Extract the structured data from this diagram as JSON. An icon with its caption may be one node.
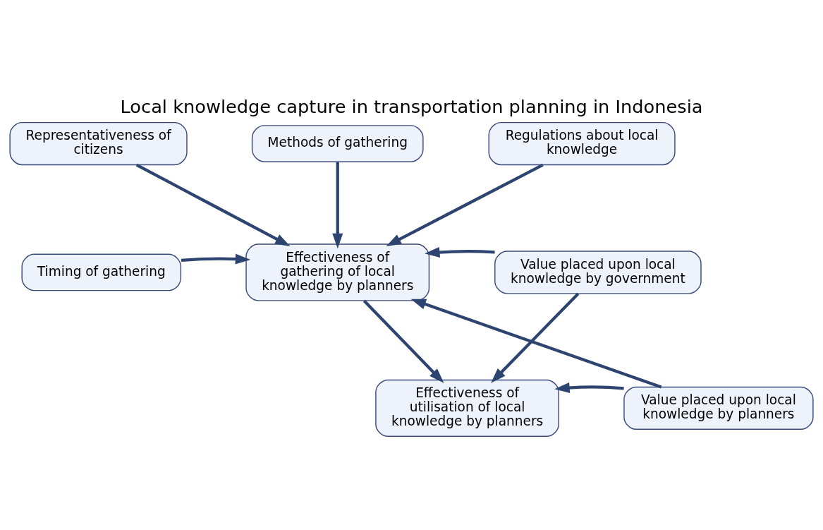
{
  "diagram": {
    "title": "Local knowledge capture in transportation planning in Indonesia",
    "nodes": [
      {
        "text": [
          "Representativeness of citizens"
        ]
      },
      {
        "text": [
          "Methods of gathering"
        ]
      },
      {
        "text": [
          "Regulations about local knowledge"
        ]
      },
      {
        "text": [
          "Timing of gathering"
        ]
      },
      {
        "text": [
          "Effectiveness of gathering of local knowledge by planners"
        ]
      },
      {
        "text": [
          "Value placed upon local knowledge by government"
        ]
      },
      {
        "text": [
          "Effectiveness of utilisation of local knowledge by planners"
        ]
      },
      {
        "text": [
          "Value placed upon local knowledge by planners"
        ]
      }
    ],
    "edges": [
      {
        "from": 0,
        "to": 4,
        "arrow": "to"
      },
      {
        "from": 1,
        "to": 4,
        "arrow": "to"
      },
      {
        "from": 2,
        "to": 4,
        "arrow": "to"
      },
      {
        "from": 3,
        "to": 4,
        "arrow": "to"
      },
      {
        "from": 5,
        "to": 4,
        "arrow": "to"
      },
      {
        "from": 4,
        "to": 6,
        "arrow": "to"
      },
      {
        "from": 5,
        "to": 6,
        "arrow": "to"
      },
      {
        "from": 7,
        "to": 4,
        "arrow": "to"
      },
      {
        "from": 7,
        "to": 6,
        "arrow": "to"
      }
    ]
  }
}
